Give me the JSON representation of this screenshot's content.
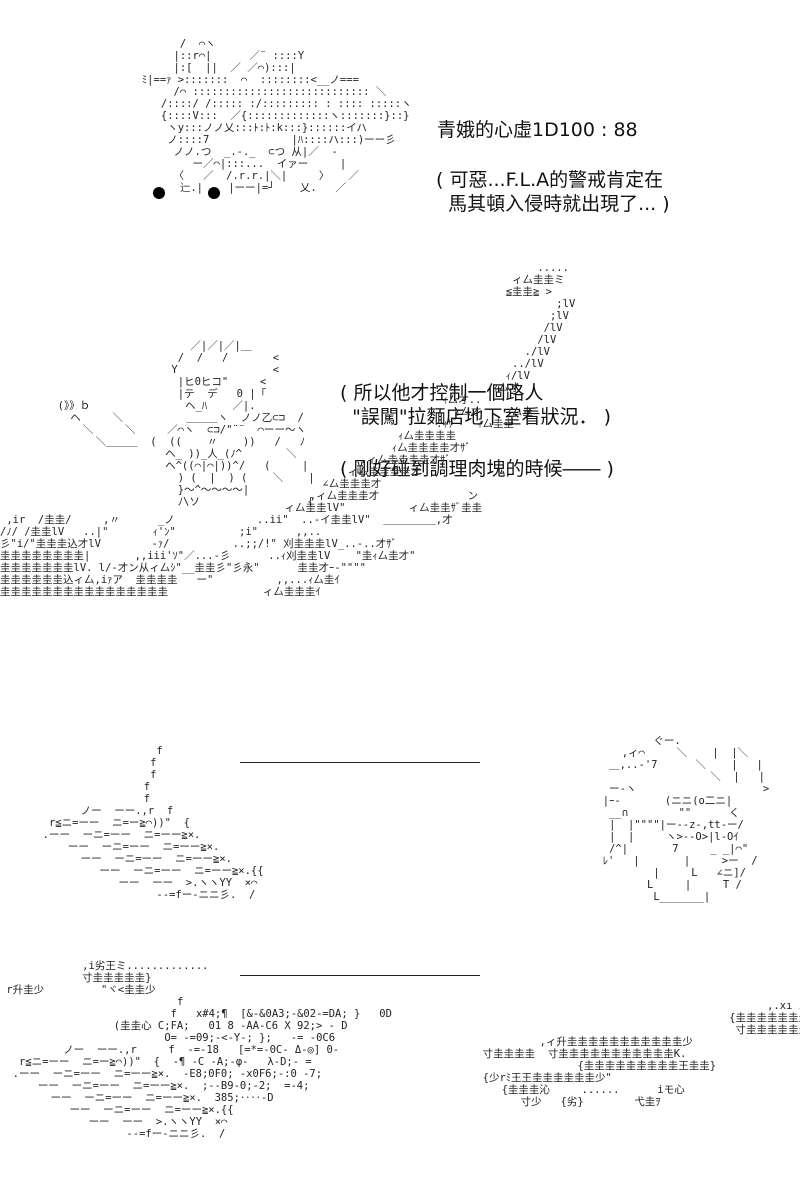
{
  "narration": {
    "dice_line": "青娥的心虛1D100 : 88",
    "thought_1": "( 可惡...F.L.A的警戒肯定在\n  馬其頓入侵時就出現了... )",
    "thought_2": "( 所以他才控制一個路人\n  \"誤闖\"拉麵店地下室看狀況． )",
    "thought_3": "( 剛好碰到調理肉塊的時候―― )"
  },
  "ascii_art": {
    "hero": "            /  ⌒ヽ\n           |::r⌒|      ／¨ ::::Y\n           |:[  ||  ／ ／⌒):::|\n      ﾐ|==ｧ >:::::::  ⌒  ::::::::<__ノ===\n           /⌒ :::::::::::::::::::::::::::: ＼\n         /::::/ /::::: :/::::::::: : :::: :::::ヽ\n         {::::V:::  ／{:::::::::::::ヽ:::::::}::}\n          ヽy:::ノノ乂:::ﾄ:ﾄ:k:::}::::::イハ\n          ノ::::7             |ﾊ::::ハ:::)ーー彡\n           ノノ.つ  _.-._  ⊂つ 从|／  -\n              ー／⌒|:::...  イァー     |\n           〈   ／  /.r.r.|＼|     〉   ／\n            辷.|    |ーー|=┘    乂.   ／",
    "figure": "                       ／|／|／|＿\n                     /  /   /       <\n                    Y               <\n                     |ヒ0ヒコ\"     <\n                     |テ  デ   0 |「\n  (》》ｂ               ヘ_ﾊ    ／|.\n    ヘ     ＼          ＿＿＿ヽ  ノノ乙⊂⊐  /\n      ＼     ＼     ／⌒ヽ  ⊂⊐/\"¨¨  ⌒ーー〜ヽ\n        ＼＿＿＿  (  ((    〃    ))   /   ﾉ\n                   ヘ_ ))_人_(ﾉ^       ＼\n                   ヘ^((⌒|⌒|))^/   (     |\n                     ) (  |  ) (    ＼    |\n                     }〜^〜〜〜〜|\n                     ﾉ\\ソ                 {",
    "tentacle": "                                                                                     .....\n                                                                                 ィ厶圭圭ミ\n                                                                                ≦圭圭≧ >\n                                                                                        ;lV\n                                                                                       ;lV\n                                                                                      /lV\n                                                                                     /lV\n                                                                                   ./lV\n                                                                                 ../lV\n                                                                                ｨ/lV\n                                                                              ｨ厶才\n                                                                      ｨ厶才..\n                                                                        ｨ厶才    ｨ厶圭\n                                                                     .ｨｻﾞ   ｨ厶圭圭\n                                                               ｨ厶圭圭圭圭\n                                                              ｨ厶圭圭圭圭才ｻﾞ\n                                                         .ィ厶圭圭圭圭才ｻﾞ\n                                                       ィ厶圭圭圭圭才\n                                                   ∠厶圭圭圭才\n                                                 ,ィ厶圭圭圭才              ン\n                                             ィ厶圭圭lV\"          ィ厶圭圭ｻﾞ圭圭\n ,ir  /圭圭/     ,〃      _ノ             ..ii\"  ..-イ圭圭lV\"  ＿＿＿＿＿,才\n/ﾉ/ /圭圭lV   ..|\"       ｨ'ﾝ\"          ;i\"      ,,..\n彡\"i/\"圭圭圭込才lV        -ｧ/          ..;;/!\" 刈圭圭圭lV_..-..才ｻﾞ\n圭圭圭圭圭圭圭圭|       ,,iii'ｿ\"／...-彡      ..ｨ刈圭圭lV    \"圭ｨ厶圭才\"\n圭圭圭圭圭圭圭lV. l/-才ン从ィ厶ｼ\"__圭圭彡\"彡永\"      圭圭才ｰ-\"\"\"\"\n圭圭圭圭圭圭込ィ厶,iｧア  圭圭圭圭   ー\"          ,,...ｨ厶圭ｲ\n圭圭圭圭圭圭圭圭圭圭圭圭圭圭圭圭               ィ厶圭圭圭ｲ",
    "board_top": "                    f\n                   f\n                   f\n                  f\n                  f\n        ノー  ーー.,r  f\n   r≦ニ=ーー  ニ=ー≧⌒))\"  {\n  .ーー  ーニ=ーー  ニ=ーー≧×.\n      ーー  ーニ=ーー  ニ=ーー≧×.\n        ーー  ーニ=ーー  ニ=ーー≧×.\n           ーー  ーニ=ーー  ニ=ーー≧×.{{\n              ーー  ーー  >.ヽヽYY  ×⌒\n                    --=fー‐ニニ彡.  /",
    "board_bottom": "             ,i劣王ミ.............\n             寸圭圭圭圭圭}\n r升圭少         \"ヾ<圭圭少\n                            f\n                           f   x#4;¶  [&-&0A3;-&02-=DA; }   0D\n                  (圭圭心 C;FA;   01 8 -AA-C6 X 92;> - D\n                          O= -=09;-<-Y-; };   -= -0C6\n          ノー  ーー.,r     f  -=-18   [=*=-0C- Δ-◎] 0-\n   r≦ニ=ーー  ニ=ー≧⌒))\"  {  -¶ -C -A;-φ-   λ-D;- =\n  .ーー  ーニ=ーー  ニ=ーー≧×.  -E8;0F0; -x0F6;-:0 -7;\n      ーー  ーニ=ーー  ニ=ーー≧×.  ;--B9-0;-2;  =-4;\n        ーー  ーニ=ーー  ニ=ーー≧×.  385;‥‥-D\n           ーー  ーニ=ーー  ニ=ーー≧×.{{\n              ーー  ーー  >.ヽヽYY  ×⌒\n                    --=fー‐ニニ彡.  /",
    "chef": "                             ぐー.\n                        ,ィ⌒     ＼    |  |＼\n                      ＿,..-'7      ＼    |   |\n                                      ＼  |   |\n                      ー-ヽ                    >\n                     |ｰ-       (ニニ(o二ニ|\n                      __∩        \"\"      く\n                      |  |\"\"\"\"|ー--z-,tt‐ー/\n                      |  |     ヽ>--O>|l-Oｲ\n                      /^|       7     _ _|⌒\"\n                     ﾚ'   |       |     >ー  /\n                             |     L   ∠ニ]/\n                            L     |     T /\n                             L_______|",
    "meat_right": "                                               ,.xı ı ı ı\n                                         {圭圭圭圭圭圭圭ヽ\n                                          寸圭圭圭圭圭圭}\n           ,ィ升圭圭圭圭圭圭圭圭圭圭圭少\n  寸圭圭圭圭  寸圭圭圭圭圭圭圭圭圭圭圭K.\n                 {圭圭圭圭圭圭圭圭圭王圭圭}\n  {少rﾐ王王圭圭圭圭圭圭少\"\n     {圭圭圭沁     ......      iモ心\n        寸少   {劣}        弋圭ｦ"
  }
}
